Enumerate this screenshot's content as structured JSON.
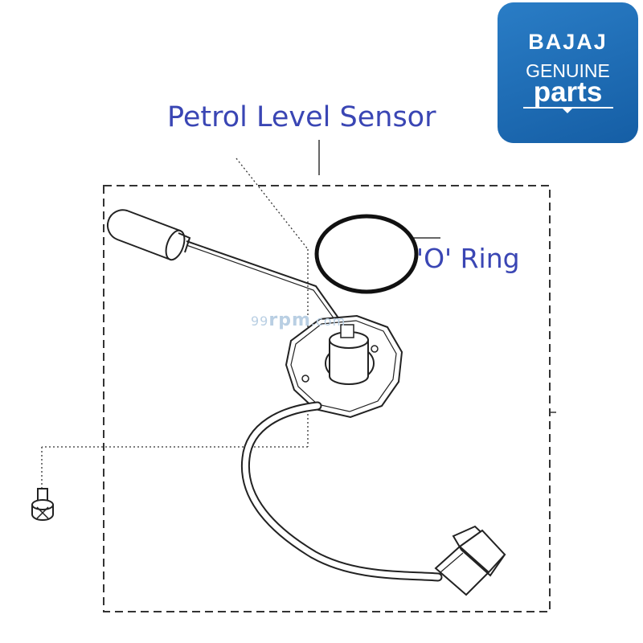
{
  "labels": {
    "sensor": "Petrol Level Sensor",
    "oring": "'O' Ring"
  },
  "watermark": {
    "prefix": "99",
    "middle": "rpm",
    "suffix": ".com"
  },
  "logo": {
    "brand": "BAJAJ",
    "line1": "GENUINE",
    "line2": "parts"
  },
  "colors": {
    "label_text": "#3a46b4",
    "logo_background": "#1f6fb8",
    "line_art": "#222222"
  }
}
